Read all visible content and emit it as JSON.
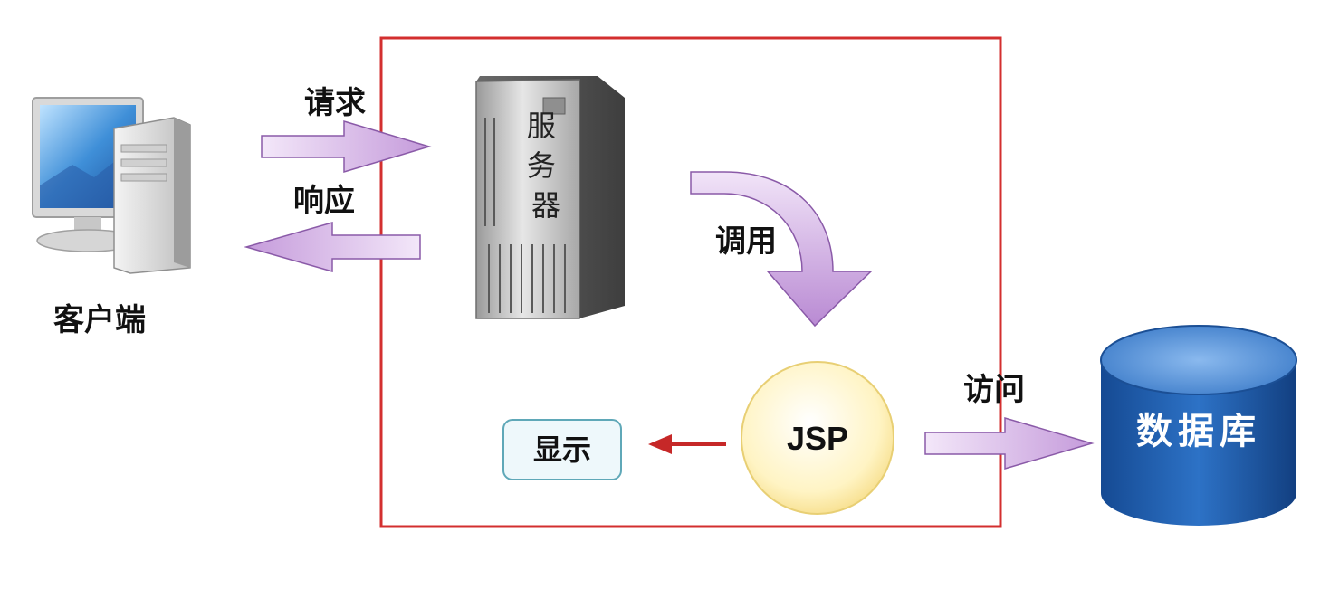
{
  "labels": {
    "client": "客户端",
    "request": "请求",
    "response": "响应",
    "server": "服务器",
    "invoke": "调用",
    "jsp": "JSP",
    "display": "显示",
    "access": "访问",
    "database": "数据库"
  },
  "colors": {
    "container_border": "#d32f2f",
    "arrow_fill": "#d7b8e6",
    "arrow_stroke": "#8a5aa8",
    "display_arrow": "#c62828",
    "database_fill": "#1e5fb0",
    "database_top": "#5a96da",
    "jsp_fill": "#fff6c8",
    "display_box_fill": "#eef8fb",
    "display_box_border": "#5fa8b8"
  },
  "icons": [
    "desktop-computer-icon",
    "server-tower-icon",
    "database-cylinder-icon"
  ]
}
